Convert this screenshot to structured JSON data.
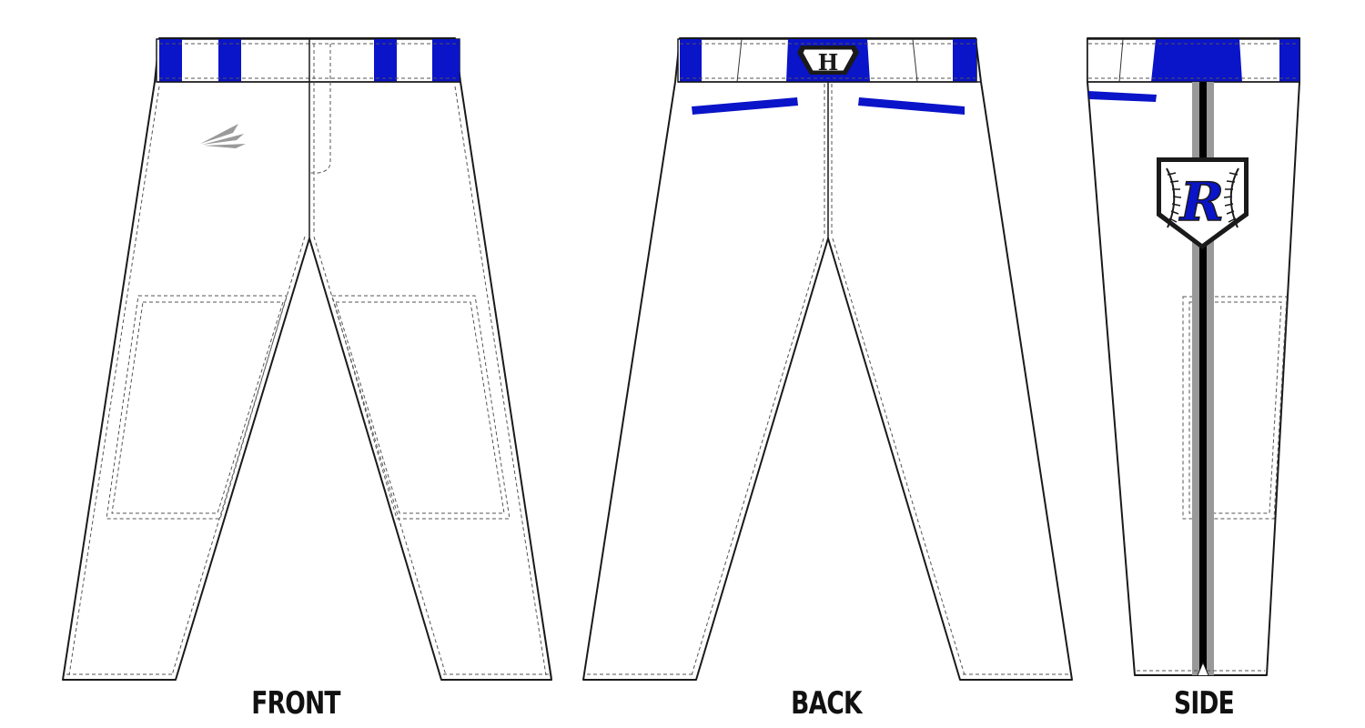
{
  "views": {
    "front": {
      "label": "FRONT"
    },
    "back": {
      "label": "BACK"
    },
    "side": {
      "label": "SIDE"
    }
  },
  "logos": {
    "waistband_logo_letter": "H",
    "side_patch_letter": "R",
    "front_brand_mark": "trident-mark-icon"
  },
  "colors": {
    "accent_blue": "#0a14c8",
    "outline": "#1a1a1a",
    "piping_gray": "#999999",
    "piping_black": "#000000",
    "fabric": "#ffffff"
  }
}
